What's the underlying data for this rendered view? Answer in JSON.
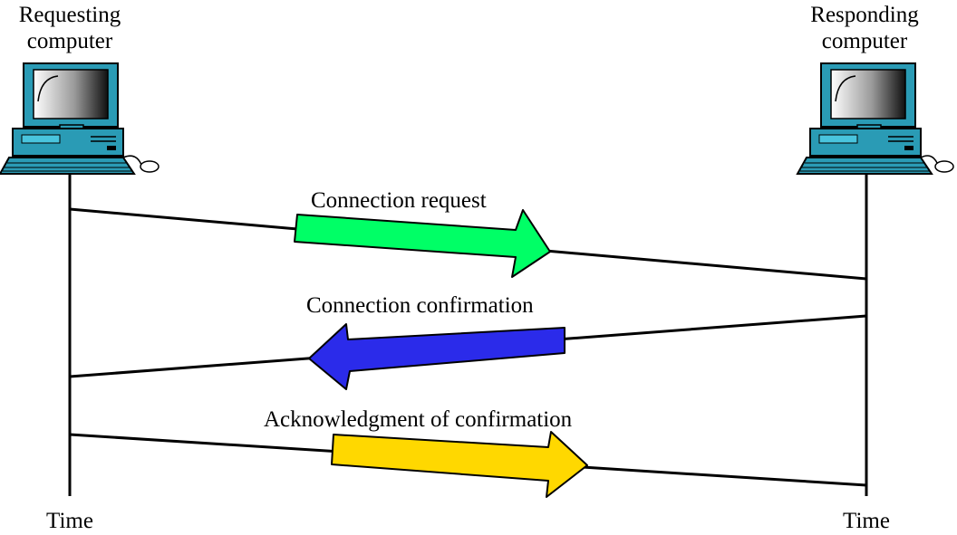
{
  "left_node": {
    "title_line1": "Requesting",
    "title_line2": "computer",
    "time_label": "Time"
  },
  "right_node": {
    "title_line1": "Responding",
    "title_line2": "computer",
    "time_label": "Time"
  },
  "messages": [
    {
      "label": "Connection request",
      "color": "#00ff66",
      "direction": "right"
    },
    {
      "label": "Connection confirmation",
      "color": "#2b2bea",
      "direction": "left"
    },
    {
      "label": "Acknowledgment of confirmation",
      "color": "#ffd800",
      "direction": "right"
    }
  ],
  "icons": [
    "desktop-computer-icon",
    "desktop-computer-icon"
  ]
}
